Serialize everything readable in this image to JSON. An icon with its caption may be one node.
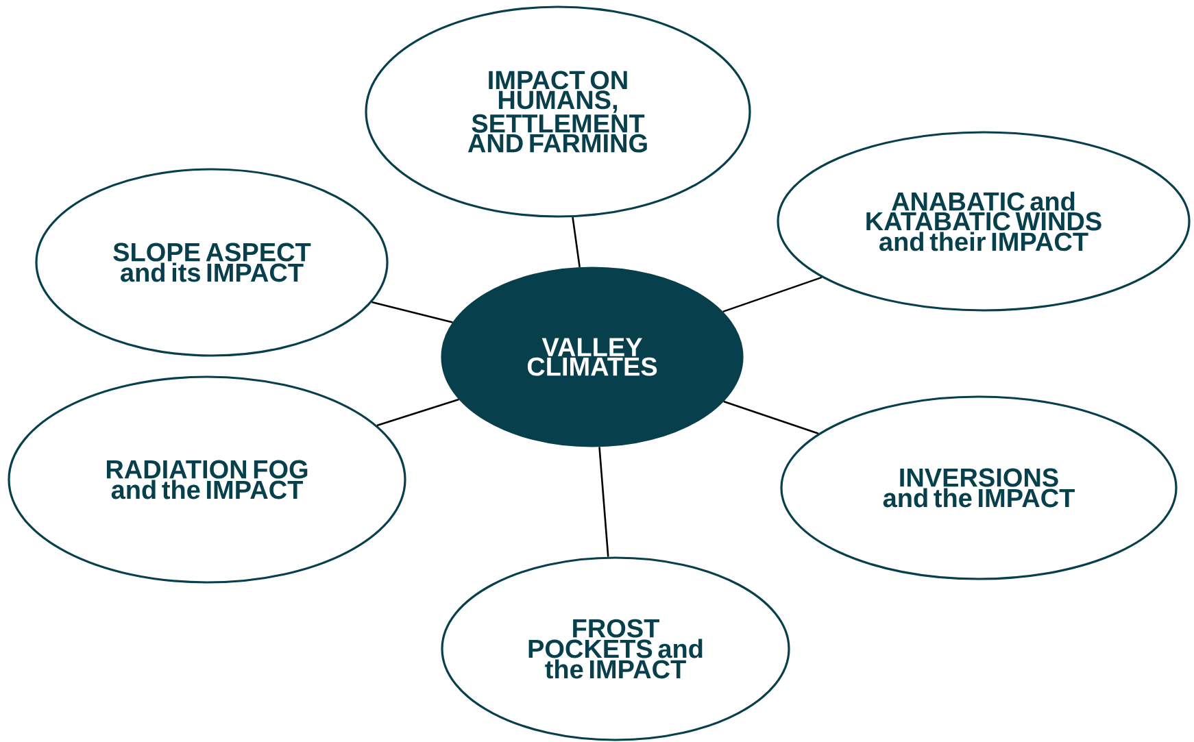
{
  "diagram": {
    "nodes": [
      {
        "text": [
          "VALLEY CLIMATES"
        ]
      },
      {
        "text": [
          "IMPACT ON HUMANS, SETTLEMENT AND FARMING"
        ]
      },
      {
        "text": [
          "ANABATIC and KATABATIC WINDS and their IMPACT"
        ]
      },
      {
        "text": [
          "SLOPE ASPECT and its IMPACT"
        ]
      },
      {
        "text": [
          "RADIATION FOG and the IMPACT"
        ]
      },
      {
        "text": [
          "INVERSIONS and the IMPACT"
        ]
      },
      {
        "text": [
          "FROST POCKETS and the IMPACT"
        ]
      }
    ],
    "edges": [
      {
        "from": 0,
        "to": 1,
        "arrow": "none"
      },
      {
        "from": 0,
        "to": 2,
        "arrow": "none"
      },
      {
        "from": 0,
        "to": 3,
        "arrow": "none"
      },
      {
        "from": 0,
        "to": 4,
        "arrow": "none"
      },
      {
        "from": 0,
        "to": 5,
        "arrow": "none"
      },
      {
        "from": 0,
        "to": 6,
        "arrow": "none"
      }
    ]
  }
}
